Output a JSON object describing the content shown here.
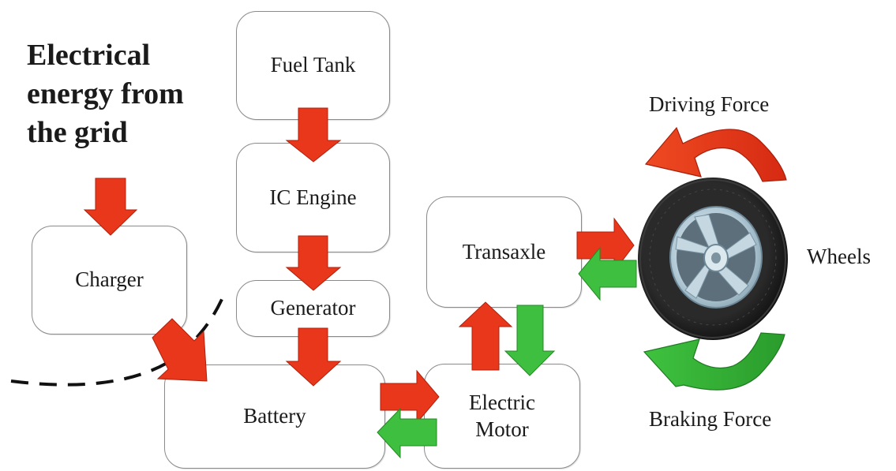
{
  "title_lines": [
    "Electrical",
    "energy from",
    "the grid"
  ],
  "boxes": {
    "fuel_tank": "Fuel Tank",
    "ic_engine": "IC Engine",
    "generator": "Generator",
    "charger": "Charger",
    "battery": "Battery",
    "transaxle": "Transaxle",
    "electric_motor_line1": "Electric",
    "electric_motor_line2": "Motor"
  },
  "labels": {
    "driving_force": "Driving Force",
    "braking_force": "Braking Force",
    "wheels": "Wheels"
  },
  "colors": {
    "power_flow_arrow": "#e8371b",
    "regen_flow_arrow": "#35b536",
    "box_border": "#8a8a8a",
    "tire": "#1a1a1a",
    "rim": "#b9d3df"
  }
}
